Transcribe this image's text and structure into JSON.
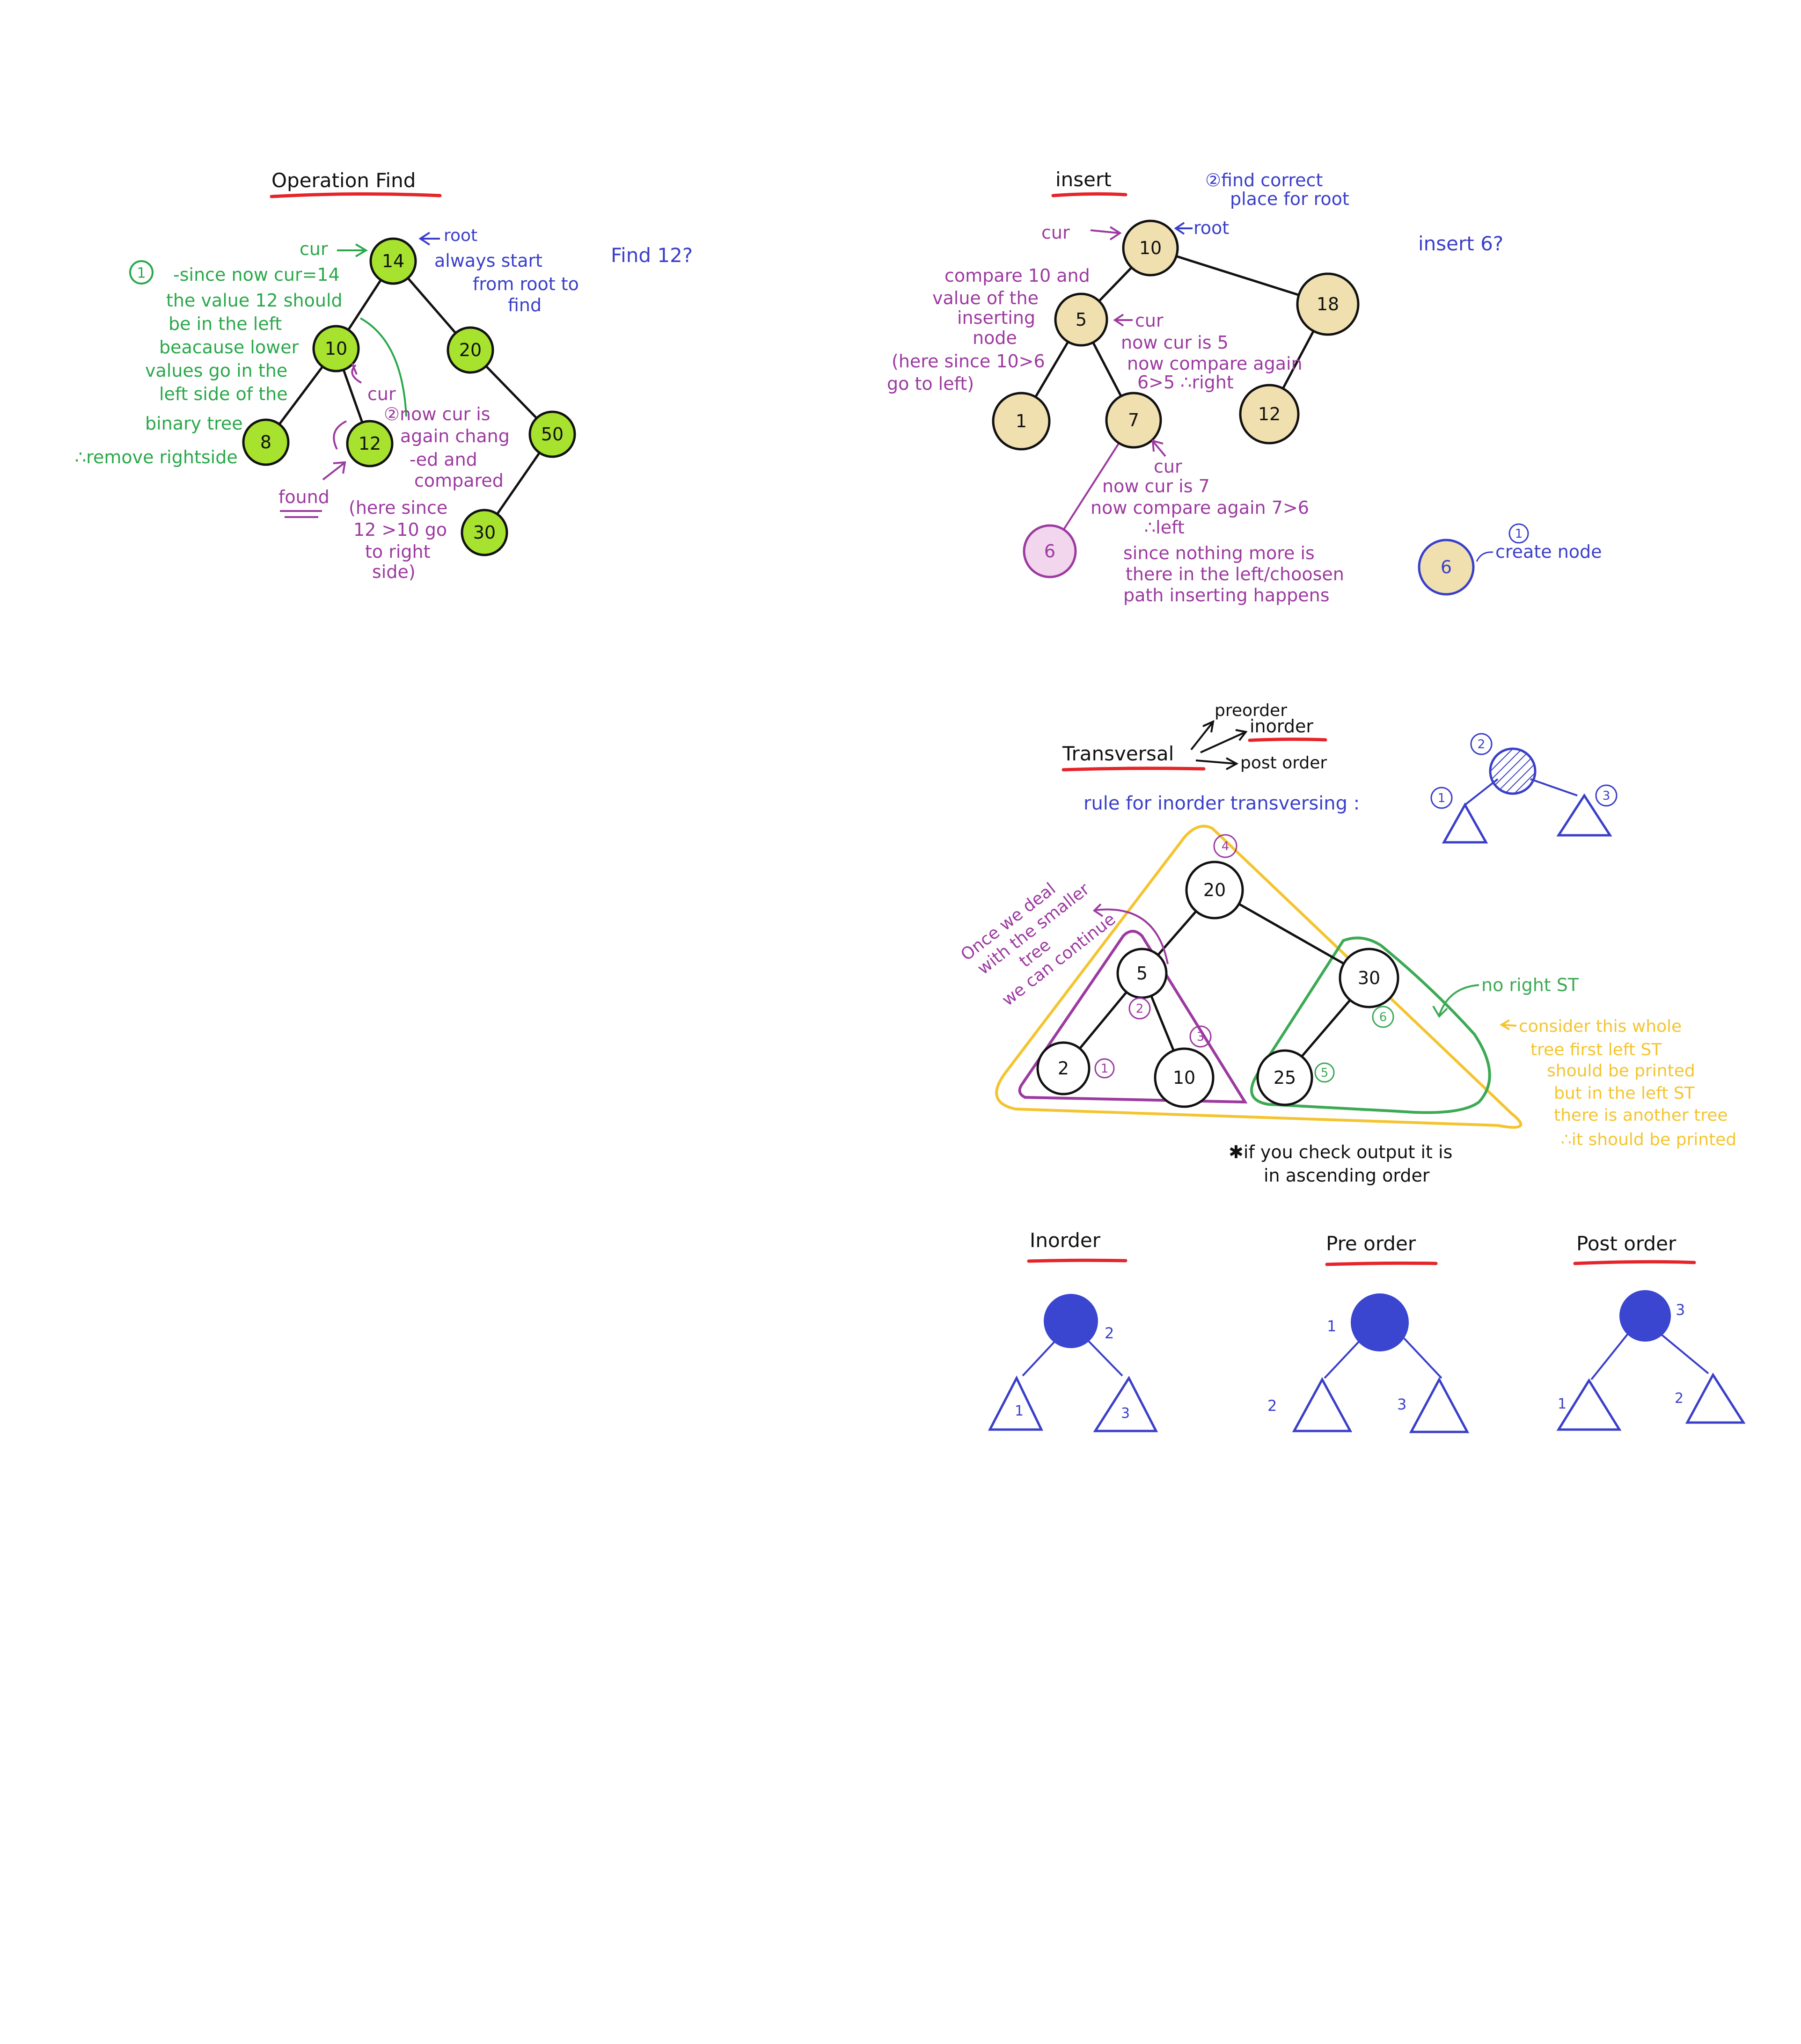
{
  "colors": {
    "green_node": "#a6e22e",
    "cream_node": "#f0e0b0",
    "pink_node": "#f1d6ee",
    "green_text": "#2aa84a",
    "blue_text": "#3a3fc9",
    "purple_text": "#9c3aa0",
    "yellow": "#f4c430",
    "red_underline": "#e5252a",
    "dark_green": "#3caa55",
    "blue_fill": "#3a45d0"
  },
  "find": {
    "title": "Operation Find",
    "question": "Find 12?",
    "nodes": [
      "14",
      "10",
      "20",
      "8",
      "12",
      "50",
      "30"
    ],
    "labels": {
      "cur_top": "cur",
      "root": "root",
      "always1": "always start",
      "always2": "from root to",
      "always3": "find",
      "step1_num": "1",
      "g1": "-since now cur=14",
      "g2": "the value 12 should",
      "g3": "be in the left",
      "g4": "beacause lower",
      "g5": "values go in the",
      "g6": "left side of the",
      "g7": "binary tree",
      "g8": "∴remove rightside",
      "cur_mid": "cur",
      "p1": "②now cur is",
      "p2": "again chang",
      "p3": "-ed and",
      "p4": "compared",
      "p5": "(here since",
      "p6": "12 >10 go",
      "p7": "to right",
      "p8": "side)",
      "found": "found"
    }
  },
  "insert": {
    "title": "insert",
    "question": "insert 6?",
    "nodes": [
      "10",
      "5",
      "18",
      "1",
      "7",
      "12",
      "6"
    ],
    "new_node": "6",
    "labels": {
      "step2a": "②find correct",
      "step2b": "place for root",
      "cur": "cur",
      "root": "root",
      "c1": "compare 10 and",
      "c2": "value of the",
      "c3": "inserting",
      "c4": "node",
      "c5": "(here since 10>6",
      "c6": "go to left)",
      "cur5": "cur",
      "n1": "now cur is 5",
      "n2": "now compare again",
      "n3": "6>5 ∴right",
      "cur7": "cur",
      "m1": "now cur is 7",
      "m2": "now compare again 7>6",
      "m3": "∴left",
      "s1": "since nothing more is",
      "s2": "there in the left/choosen",
      "s3": "path inserting happens",
      "step1_num": "1",
      "create": "create node"
    }
  },
  "traversal": {
    "title": "Transversal",
    "branches": [
      "preorder",
      "inorder",
      "post order"
    ],
    "rule": "rule for inorder transversing :",
    "rule_nums": [
      "1",
      "2",
      "3"
    ],
    "tree_nodes": [
      "20",
      "5",
      "30",
      "2",
      "10",
      "25"
    ],
    "order_nums": [
      "4",
      "2",
      "3",
      "1",
      "6",
      "5"
    ],
    "notes": {
      "once1": "Once we deal",
      "once2": "with the smaller",
      "once3": "tree",
      "once4": "we can continue",
      "no_right": "no right ST",
      "y1": "consider this whole",
      "y2": "tree first left ST",
      "y3": "should be printed",
      "y4": "but in the left ST",
      "y5": "there is another tree",
      "y6": "∴it should be printed",
      "asc1": "✱if you check output it is",
      "asc2": "in ascending order"
    }
  },
  "orders": [
    {
      "title": "Inorder",
      "root_num": "2",
      "left_num": "1",
      "right_num": "3"
    },
    {
      "title": "Pre order",
      "root_num": "1",
      "left_num": "2",
      "right_num": "3"
    },
    {
      "title": "Post order",
      "root_num": "3",
      "left_num": "1",
      "right_num": "2"
    }
  ]
}
